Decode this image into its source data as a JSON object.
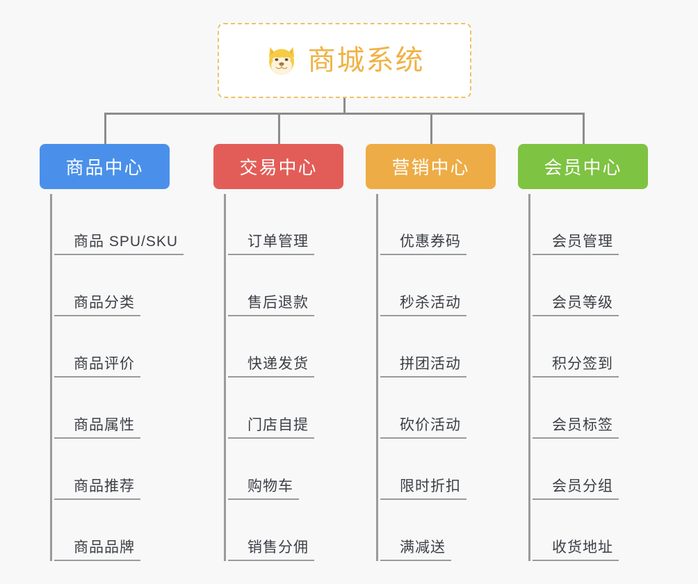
{
  "page": {
    "background_color": "#f8f8f8",
    "line_color": "#8c8c8c"
  },
  "root": {
    "title": "商城系统",
    "icon": "shiba-dog-face-icon",
    "text_color": "#f0b244",
    "border_color": "#edc268",
    "background_color": "#ffffff"
  },
  "columns": [
    {
      "header": "商品中心",
      "color": "#4a90ea",
      "items": [
        "商品 SPU/SKU",
        "商品分类",
        "商品评价",
        "商品属性",
        "商品推荐",
        "商品品牌"
      ]
    },
    {
      "header": "交易中心",
      "color": "#e35d58",
      "items": [
        "订单管理",
        "售后退款",
        "快递发货",
        "门店自提",
        "购物车",
        "销售分佣"
      ]
    },
    {
      "header": "营销中心",
      "color": "#eeac46",
      "items": [
        "优惠券码",
        "秒杀活动",
        "拼团活动",
        "砍价活动",
        "限时折扣",
        "满减送"
      ]
    },
    {
      "header": "会员中心",
      "color": "#7ec342",
      "items": [
        "会员管理",
        "会员等级",
        "积分签到",
        "会员标签",
        "会员分组",
        "收货地址"
      ]
    }
  ]
}
